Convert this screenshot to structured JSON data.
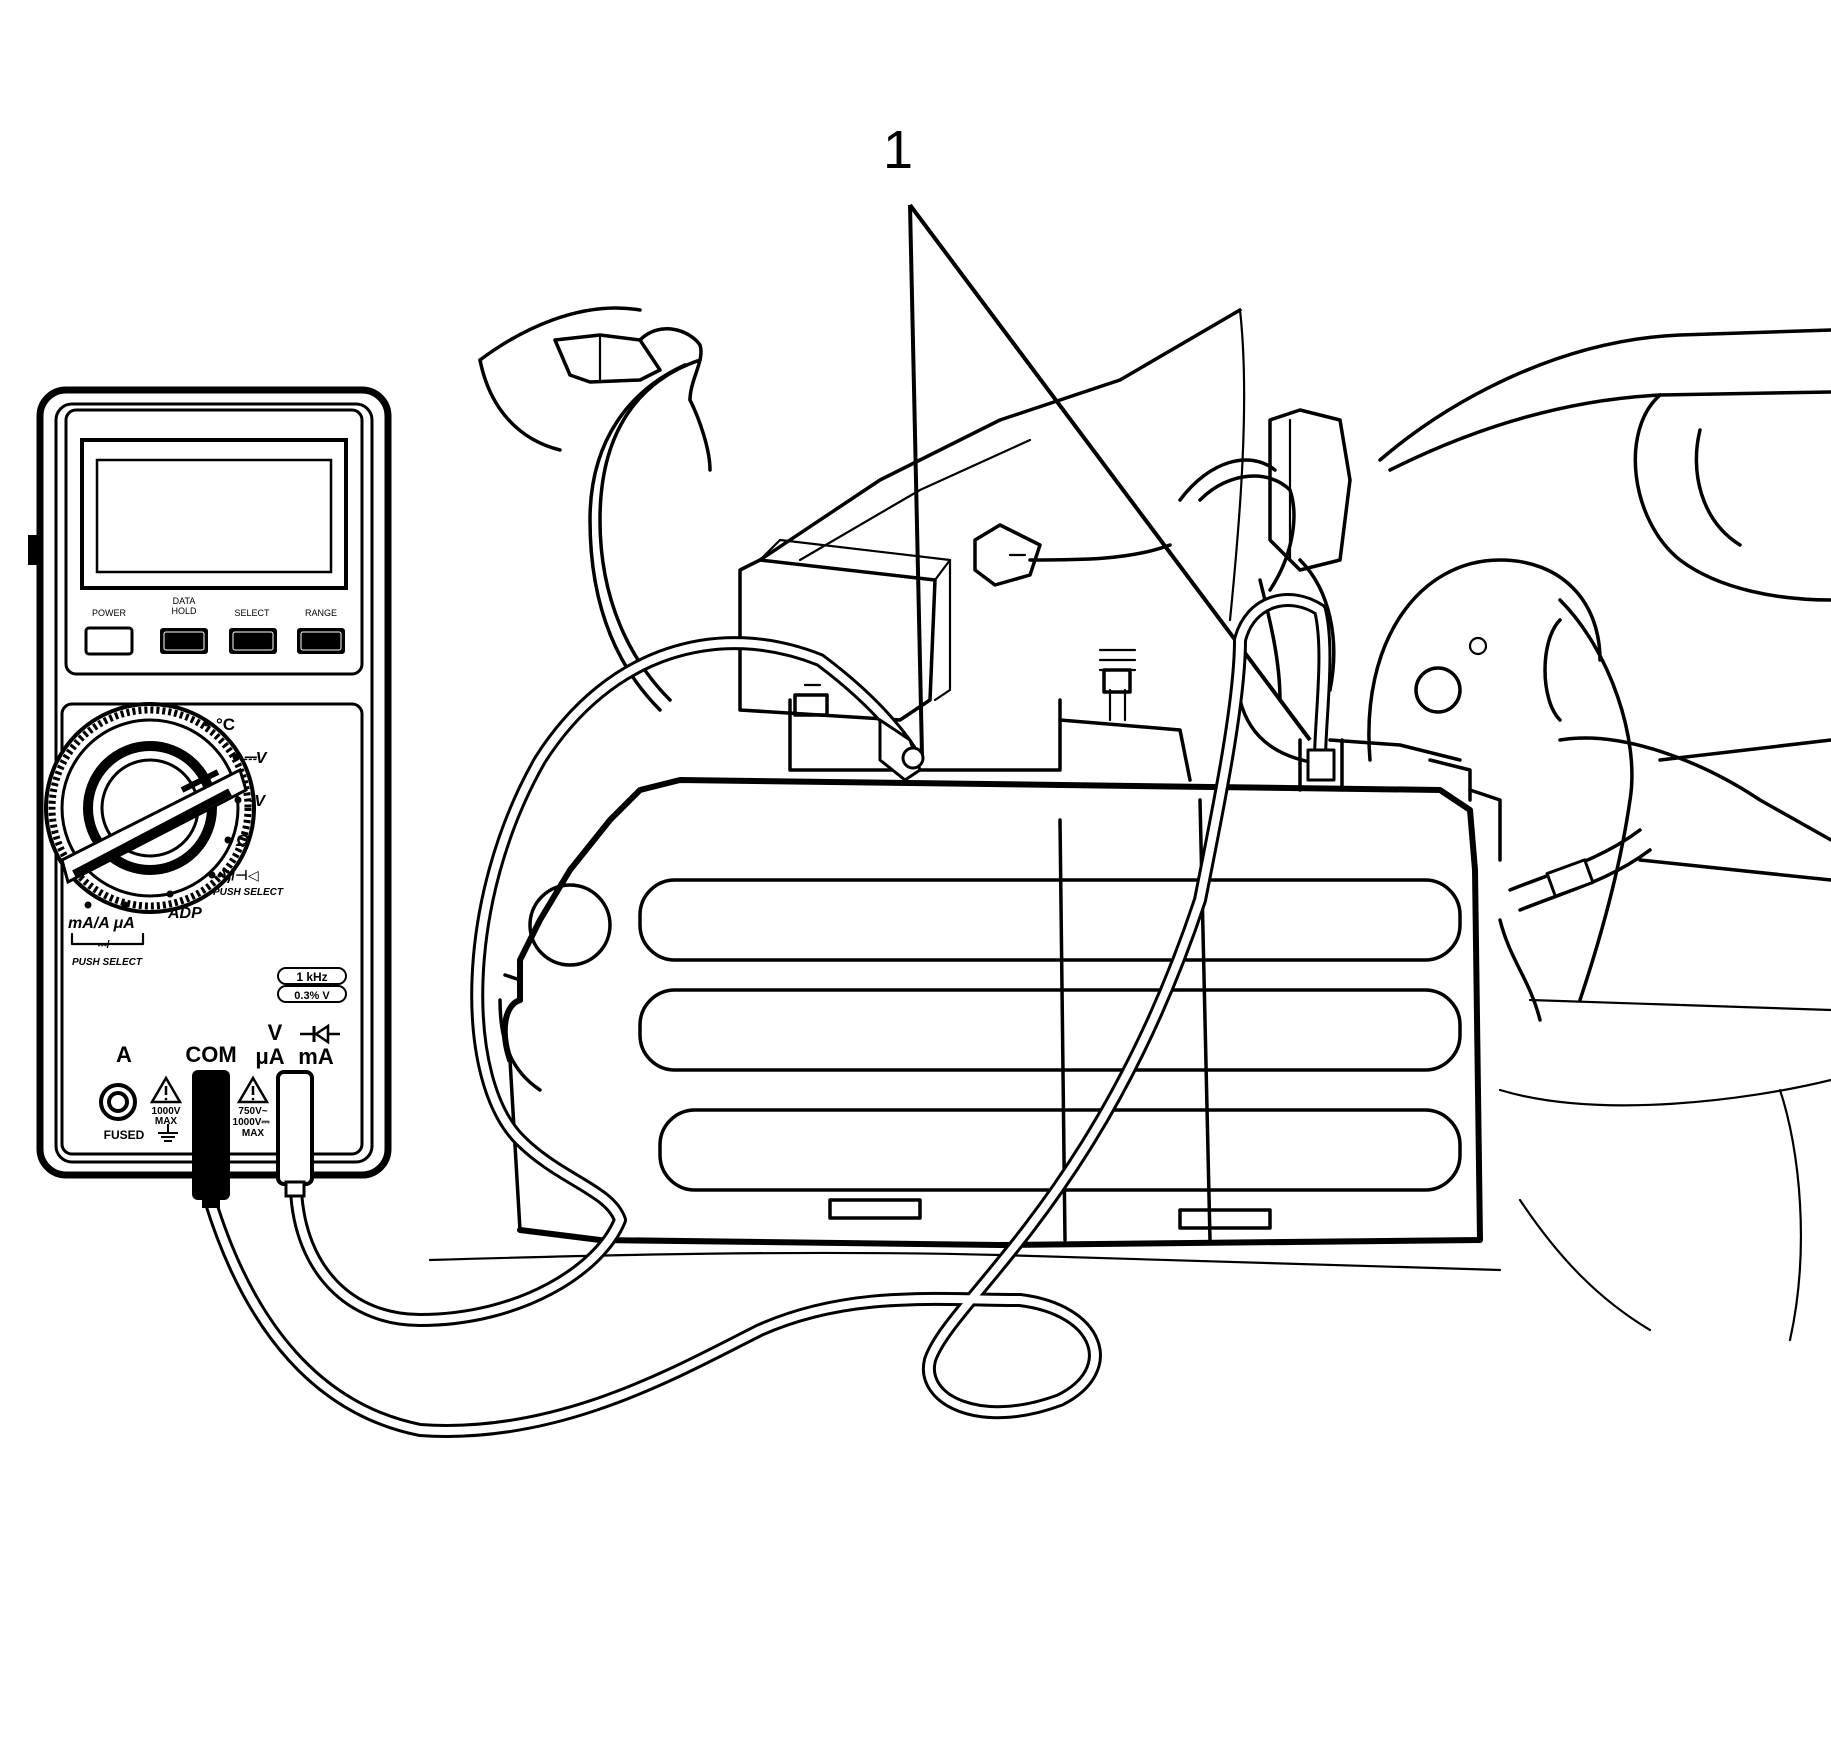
{
  "callout": {
    "number": "1"
  },
  "meter": {
    "buttons": {
      "power": "POWER",
      "data_hold_line1": "DATA",
      "data_hold_line2": "HOLD",
      "select": "SELECT",
      "range": "RANGE"
    },
    "dial": {
      "celsius": "°C",
      "dc_volts": "⎓V",
      "ac_volts": "~V",
      "ohms": "Ω",
      "continuity_diode": "•))/⊣◁",
      "push_select_right": "PUSH SELECT",
      "ma_ua": "mA/A μA",
      "ma_ua_sub": "⎓/~",
      "push_select_left": "PUSH SELECT",
      "adp": "ADP"
    },
    "badges": {
      "freq": "1 kHz",
      "accuracy": "0.3% V"
    },
    "jacks": {
      "a": "A",
      "com": "COM",
      "v_top": "V",
      "ua": "μA",
      "ma": "mA",
      "a_rating_1": "1000V",
      "a_rating_2": "MAX",
      "v_rating_1": "750V~",
      "v_rating_2": "1000V⎓",
      "v_rating_3": "MAX",
      "fused": "FUSED"
    }
  }
}
